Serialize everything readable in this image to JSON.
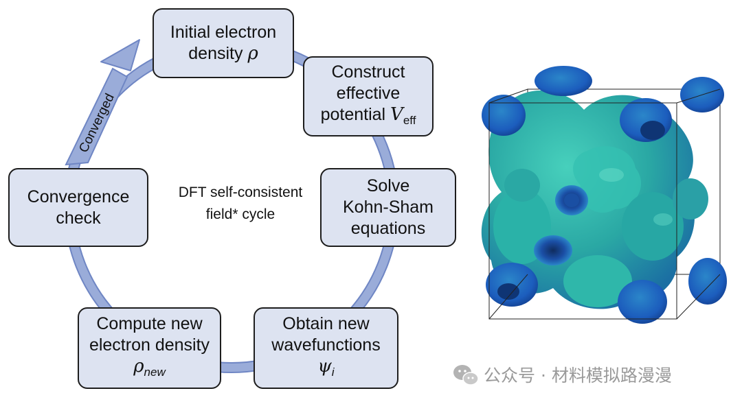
{
  "cycle": {
    "center_label": {
      "line1": "DFT self-consistent",
      "line2": "field* cycle"
    },
    "arrow_label": "Converged",
    "steps": [
      {
        "line1": "Initial electron",
        "line2_text": "density ",
        "line2_symbol": "ρ"
      },
      {
        "line1": "Construct",
        "line2": "effective",
        "line3_text": "potential ",
        "line3_symbol": "V",
        "line3_sub": "eff"
      },
      {
        "line1": "Solve",
        "line2": "Kohn-Sham",
        "line3": "equations"
      },
      {
        "line1": "Obtain new",
        "line2": "wavefunctions",
        "symbol": "ψ",
        "symbol_sub": "i"
      },
      {
        "line1": "Compute new",
        "line2": "electron density",
        "symbol": "ρ",
        "symbol_sub": "new"
      },
      {
        "line1": "Convergence",
        "line2": "check"
      }
    ]
  },
  "watermark": "公众号 · 材料模拟路漫漫",
  "colors": {
    "box_fill": "#dde3f1",
    "ring": "#8fa2d4",
    "ring_edge": "#6f86c4",
    "isosurface_light": "#2fb7aa",
    "isosurface_dark": "#1f5fbf"
  }
}
